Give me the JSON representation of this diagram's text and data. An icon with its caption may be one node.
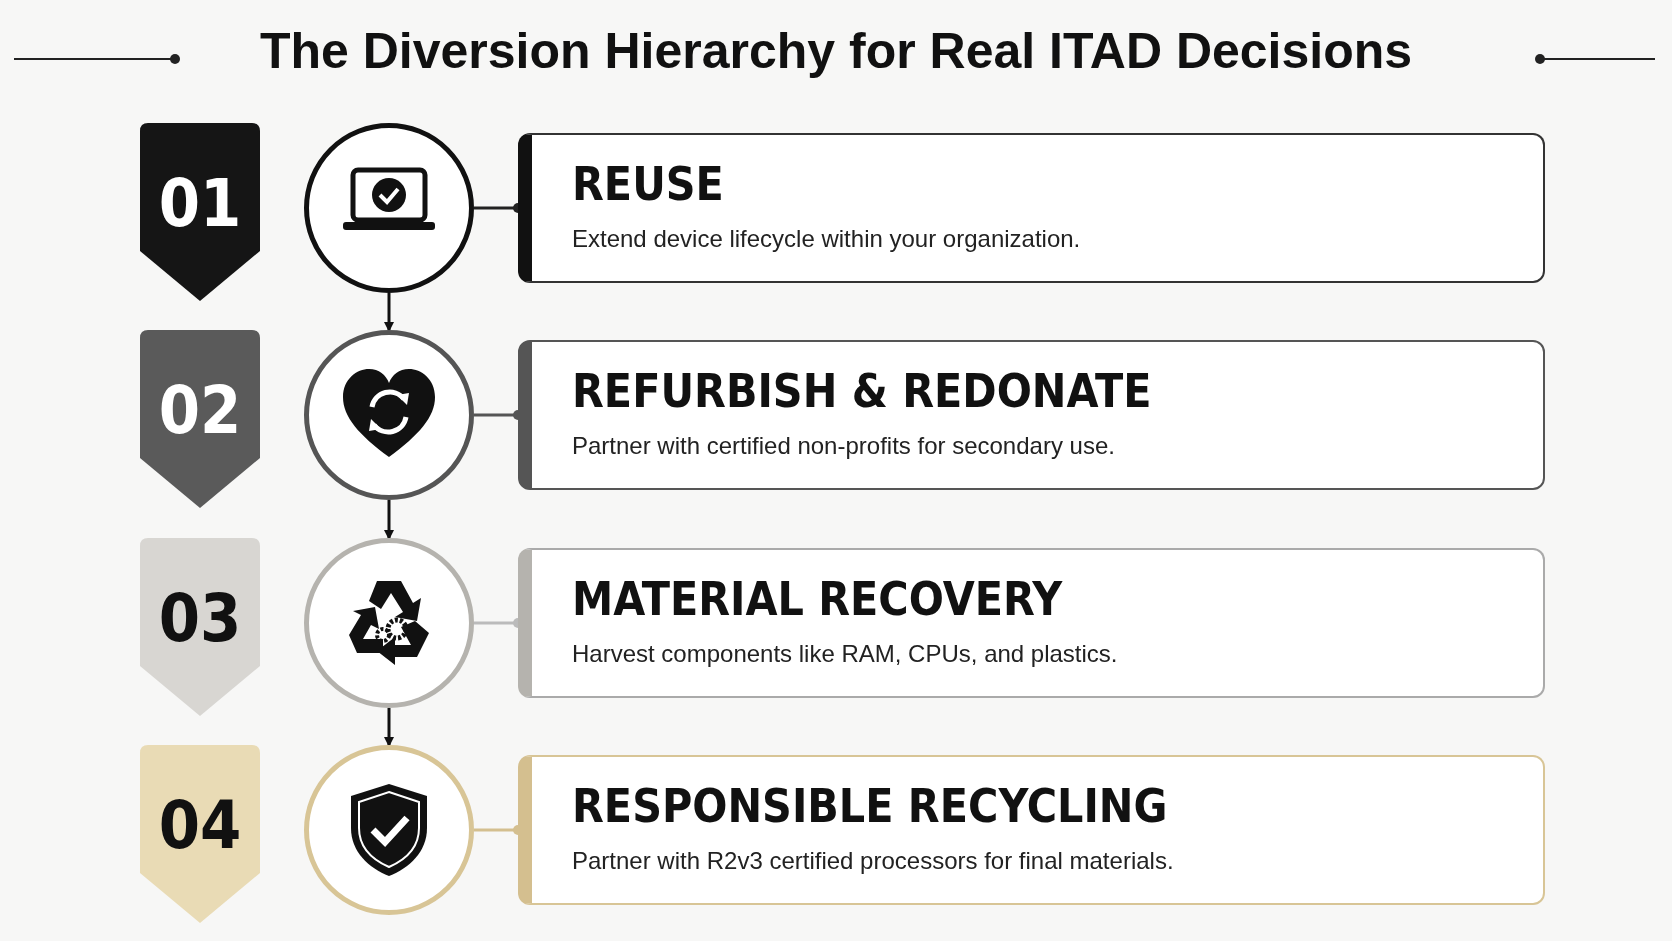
{
  "diagram": {
    "title": "The Diversion Hierarchy for Real ITAD Decisions",
    "nodes": [
      {
        "text": [
          "01"
        ]
      },
      {
        "text": [],
        "shape": "circle"
      },
      {
        "text": [
          "REUSE",
          "Extend device lifecycle within your organization."
        ]
      },
      {
        "text": [
          "02"
        ]
      },
      {
        "text": [],
        "shape": "circle"
      },
      {
        "text": [
          "REFURBISH & REDONATE",
          "Partner with certified non-profits for secondary use."
        ]
      },
      {
        "text": [
          "03"
        ]
      },
      {
        "text": [],
        "shape": "circle"
      },
      {
        "text": [
          "MATERIAL RECOVERY",
          "Harvest components like RAM, CPUs, and plastics."
        ]
      },
      {
        "text": [
          "04"
        ]
      },
      {
        "text": [],
        "shape": "circle"
      },
      {
        "text": [
          "RESPONSIBLE RECYCLING",
          "Partner with R2v3 certified processors for final materials."
        ]
      }
    ],
    "edges": [
      {
        "from": 1,
        "to": 2,
        "arrow": "other",
        "color": "#222222"
      },
      {
        "from": 1,
        "to": 4,
        "arrow": "to"
      },
      {
        "from": 4,
        "to": 5,
        "arrow": "other",
        "color": "#555555"
      },
      {
        "from": 4,
        "to": 7,
        "arrow": "to"
      },
      {
        "from": 7,
        "to": 8,
        "arrow": "other",
        "color": "#bbbbbb"
      },
      {
        "from": 7,
        "to": 10,
        "arrow": "to"
      },
      {
        "from": 10,
        "to": 11,
        "arrow": "other",
        "color": "#d4bf8f"
      }
    ]
  }
}
